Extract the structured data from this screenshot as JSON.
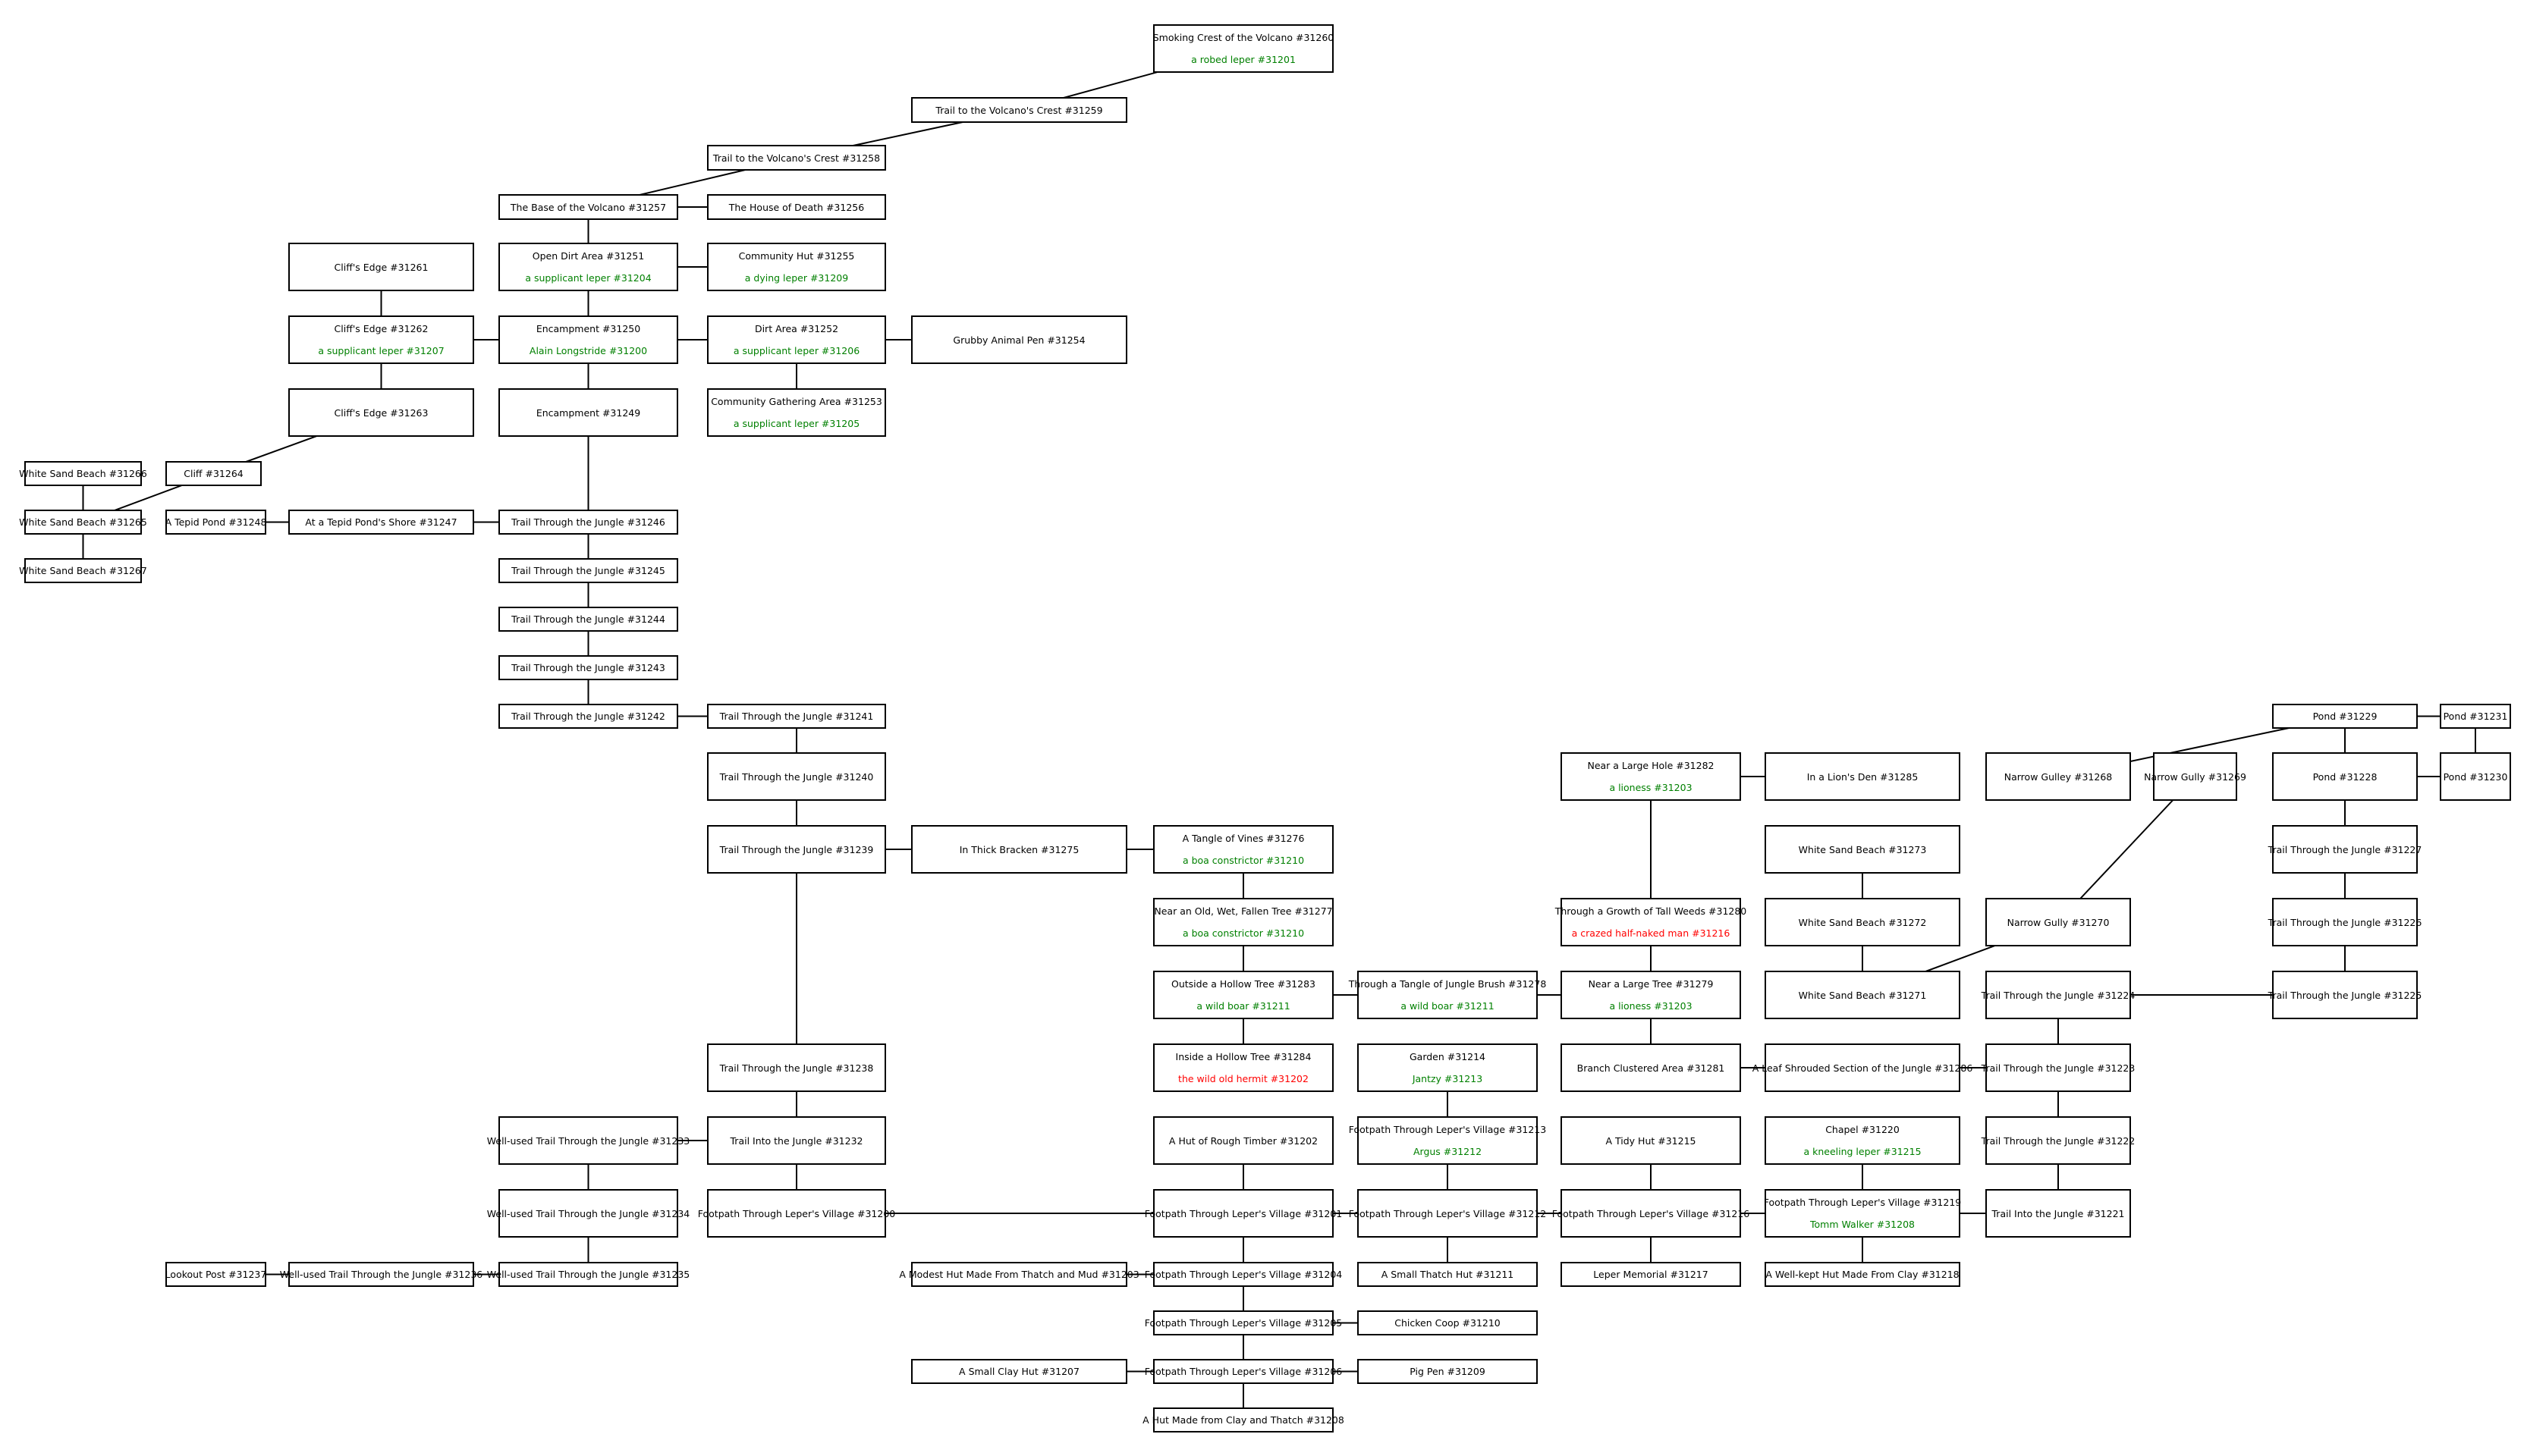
{
  "diagram": {
    "colors": {
      "border": "#000000",
      "text": "#000000",
      "mob": "#008000",
      "aggressive": "#ff0000"
    },
    "rooms": [
      {
        "id": "r31260",
        "title": "Smoking Crest of the Volcano #31260",
        "mobs": [
          {
            "name": "a robed leper #31201",
            "kind": "mob"
          }
        ]
      },
      {
        "id": "r31259",
        "title": "Trail to the Volcano's Crest #31259",
        "mobs": []
      },
      {
        "id": "r31258",
        "title": "Trail to the Volcano's Crest #31258",
        "mobs": []
      },
      {
        "id": "r31257",
        "title": "The Base of the Volcano #31257",
        "mobs": []
      },
      {
        "id": "r31256",
        "title": "The House of Death #31256",
        "mobs": []
      },
      {
        "id": "r31261",
        "title": "Cliff's Edge #31261",
        "mobs": []
      },
      {
        "id": "r31251",
        "title": "Open Dirt Area #31251",
        "mobs": [
          {
            "name": "a supplicant leper #31204",
            "kind": "mob"
          }
        ]
      },
      {
        "id": "r31255",
        "title": "Community Hut #31255",
        "mobs": [
          {
            "name": "a dying leper #31209",
            "kind": "mob"
          }
        ]
      },
      {
        "id": "r31262",
        "title": "Cliff's Edge #31262",
        "mobs": [
          {
            "name": "a supplicant leper #31207",
            "kind": "mob"
          }
        ]
      },
      {
        "id": "r31250",
        "title": "Encampment #31250",
        "mobs": [
          {
            "name": "Alain Longstride #31200",
            "kind": "mob"
          }
        ]
      },
      {
        "id": "r31252",
        "title": "Dirt Area #31252",
        "mobs": [
          {
            "name": "a supplicant leper #31206",
            "kind": "mob"
          }
        ]
      },
      {
        "id": "r31254",
        "title": "Grubby Animal Pen #31254",
        "mobs": []
      },
      {
        "id": "r31263",
        "title": "Cliff's Edge #31263",
        "mobs": []
      },
      {
        "id": "r31249",
        "title": "Encampment #31249",
        "mobs": []
      },
      {
        "id": "r31253",
        "title": "Community Gathering Area #31253",
        "mobs": [
          {
            "name": "a supplicant leper #31205",
            "kind": "mob"
          }
        ]
      },
      {
        "id": "r31266",
        "title": "White Sand Beach #31266",
        "mobs": []
      },
      {
        "id": "r31264",
        "title": "Cliff #31264",
        "mobs": []
      },
      {
        "id": "r31265",
        "title": "White Sand Beach #31265",
        "mobs": []
      },
      {
        "id": "r31248",
        "title": "A Tepid Pond #31248",
        "mobs": []
      },
      {
        "id": "r31247",
        "title": "At a Tepid Pond's Shore #31247",
        "mobs": []
      },
      {
        "id": "r31246",
        "title": "Trail Through the Jungle #31246",
        "mobs": []
      },
      {
        "id": "r31267",
        "title": "White Sand Beach #31267",
        "mobs": []
      },
      {
        "id": "r31245",
        "title": "Trail Through the Jungle #31245",
        "mobs": []
      },
      {
        "id": "r31244",
        "title": "Trail Through the Jungle #31244",
        "mobs": []
      },
      {
        "id": "r31243",
        "title": "Trail Through the Jungle #31243",
        "mobs": []
      },
      {
        "id": "r31242",
        "title": "Trail Through the Jungle #31242",
        "mobs": []
      },
      {
        "id": "r31241",
        "title": "Trail Through the Jungle #31241",
        "mobs": []
      },
      {
        "id": "r31229",
        "title": "Pond #31229",
        "mobs": []
      },
      {
        "id": "r31231",
        "title": "Pond #31231",
        "mobs": []
      },
      {
        "id": "r31282",
        "title": "Near a Large Hole #31282",
        "mobs": [
          {
            "name": "a lioness #31203",
            "kind": "mob"
          }
        ]
      },
      {
        "id": "r31285",
        "title": "In a Lion's Den #31285",
        "mobs": []
      },
      {
        "id": "r31268",
        "title": "Narrow Gulley #31268",
        "mobs": []
      },
      {
        "id": "r31269",
        "title": "Narrow Gully #31269",
        "mobs": []
      },
      {
        "id": "r31228",
        "title": "Pond #31228",
        "mobs": []
      },
      {
        "id": "r31230",
        "title": "Pond #31230",
        "mobs": []
      },
      {
        "id": "r31240",
        "title": "Trail Through the Jungle #31240",
        "mobs": []
      },
      {
        "id": "r31239",
        "title": "Trail Through the Jungle #31239",
        "mobs": []
      },
      {
        "id": "r31275",
        "title": "In Thick Bracken #31275",
        "mobs": []
      },
      {
        "id": "r31276",
        "title": "A Tangle of Vines #31276",
        "mobs": [
          {
            "name": "a boa constrictor #31210",
            "kind": "mob"
          }
        ]
      },
      {
        "id": "r31273",
        "title": "White Sand Beach #31273",
        "mobs": []
      },
      {
        "id": "r31227",
        "title": "Trail Through the Jungle #31227",
        "mobs": []
      },
      {
        "id": "r31277",
        "title": "Near an Old, Wet, Fallen Tree #31277",
        "mobs": [
          {
            "name": "a boa constrictor #31210",
            "kind": "mob"
          }
        ]
      },
      {
        "id": "r31280",
        "title": "Through a Growth of Tall Weeds #31280",
        "mobs": [
          {
            "name": "a crazed half-naked man #31216",
            "kind": "aggressive"
          }
        ]
      },
      {
        "id": "r31272",
        "title": "White Sand Beach #31272",
        "mobs": []
      },
      {
        "id": "r31270",
        "title": "Narrow Gully #31270",
        "mobs": []
      },
      {
        "id": "r31226",
        "title": "Trail Through the Jungle #31226",
        "mobs": []
      },
      {
        "id": "r31283",
        "title": "Outside a Hollow Tree #31283",
        "mobs": [
          {
            "name": "a wild boar #31211",
            "kind": "mob"
          }
        ]
      },
      {
        "id": "r31278",
        "title": "Through a Tangle of Jungle Brush #31278",
        "mobs": [
          {
            "name": "a wild boar #31211",
            "kind": "mob"
          }
        ]
      },
      {
        "id": "r31279",
        "title": "Near a Large Tree #31279",
        "mobs": [
          {
            "name": "a lioness #31203",
            "kind": "mob"
          }
        ]
      },
      {
        "id": "r31271",
        "title": "White Sand Beach #31271",
        "mobs": []
      },
      {
        "id": "r31224",
        "title": "Trail Through the Jungle #31224",
        "mobs": []
      },
      {
        "id": "r31225",
        "title": "Trail Through the Jungle #31225",
        "mobs": []
      },
      {
        "id": "r31238",
        "title": "Trail Through the Jungle #31238",
        "mobs": []
      },
      {
        "id": "r31284",
        "title": "Inside a Hollow Tree #31284",
        "mobs": [
          {
            "name": "the wild old hermit #31202",
            "kind": "aggressive"
          }
        ]
      },
      {
        "id": "r31214",
        "title": "Garden #31214",
        "mobs": [
          {
            "name": "Jantzy #31213",
            "kind": "mob"
          }
        ]
      },
      {
        "id": "r31281",
        "title": "Branch Clustered Area #31281",
        "mobs": []
      },
      {
        "id": "r31286",
        "title": "A Leaf Shrouded Section of the Jungle #31286",
        "mobs": []
      },
      {
        "id": "r31223",
        "title": "Trail Through the Jungle #31223",
        "mobs": []
      },
      {
        "id": "r31233",
        "title": "Well-used Trail Through the Jungle #31233",
        "mobs": []
      },
      {
        "id": "r31232",
        "title": "Trail Into the Jungle #31232",
        "mobs": []
      },
      {
        "id": "r31202",
        "title": "A Hut of Rough Timber #31202",
        "mobs": []
      },
      {
        "id": "r31213",
        "title": "Footpath Through Leper's Village #31213",
        "mobs": [
          {
            "name": "Argus #31212",
            "kind": "mob"
          }
        ]
      },
      {
        "id": "r31215",
        "title": "A Tidy Hut #31215",
        "mobs": []
      },
      {
        "id": "r31220",
        "title": "Chapel #31220",
        "mobs": [
          {
            "name": "a kneeling leper #31215",
            "kind": "mob"
          }
        ]
      },
      {
        "id": "r31222",
        "title": "Trail Through the Jungle #31222",
        "mobs": []
      },
      {
        "id": "r31234",
        "title": "Well-used Trail Through the Jungle #31234",
        "mobs": []
      },
      {
        "id": "r31200",
        "title": "Footpath Through Leper's Village #31200",
        "mobs": []
      },
      {
        "id": "r31201",
        "title": "Footpath Through Leper's Village #31201",
        "mobs": []
      },
      {
        "id": "r31212",
        "title": "Footpath Through Leper's Village #31212",
        "mobs": []
      },
      {
        "id": "r31216",
        "title": "Footpath Through Leper's Village #31216",
        "mobs": []
      },
      {
        "id": "r31219",
        "title": "Footpath Through Leper's Village #31219",
        "mobs": [
          {
            "name": "Tomm Walker #31208",
            "kind": "mob"
          }
        ]
      },
      {
        "id": "r31221",
        "title": "Trail Into the Jungle #31221",
        "mobs": []
      },
      {
        "id": "r31237",
        "title": "Lookout Post #31237",
        "mobs": []
      },
      {
        "id": "r31236",
        "title": "Well-used Trail Through the Jungle #31236",
        "mobs": []
      },
      {
        "id": "r31235",
        "title": "Well-used Trail Through the Jungle #31235",
        "mobs": []
      },
      {
        "id": "r31203",
        "title": "A Modest Hut Made From Thatch and Mud #31203",
        "mobs": []
      },
      {
        "id": "r31204",
        "title": "Footpath Through Leper's Village #31204",
        "mobs": []
      },
      {
        "id": "r31211",
        "title": "A Small Thatch Hut #31211",
        "mobs": []
      },
      {
        "id": "r31217",
        "title": "Leper Memorial #31217",
        "mobs": []
      },
      {
        "id": "r31218",
        "title": "A Well-kept Hut Made From Clay #31218",
        "mobs": []
      },
      {
        "id": "r31205",
        "title": "Footpath Through Leper's Village #31205",
        "mobs": []
      },
      {
        "id": "r31210",
        "title": "Chicken Coop #31210",
        "mobs": []
      },
      {
        "id": "r31207",
        "title": "A Small Clay Hut #31207",
        "mobs": []
      },
      {
        "id": "r31206",
        "title": "Footpath Through Leper's Village #31206",
        "mobs": []
      },
      {
        "id": "r31209",
        "title": "Pig Pen #31209",
        "mobs": []
      },
      {
        "id": "r31208",
        "title": "A Hut Made from Clay and Thatch #31208",
        "mobs": []
      }
    ],
    "links": [
      [
        "r31260",
        "r31259"
      ],
      [
        "r31259",
        "r31258"
      ],
      [
        "r31258",
        "r31257"
      ],
      [
        "r31257",
        "r31256"
      ],
      [
        "r31257",
        "r31251"
      ],
      [
        "r31251",
        "r31255"
      ],
      [
        "r31251",
        "r31250"
      ],
      [
        "r31261",
        "r31262"
      ],
      [
        "r31262",
        "r31250"
      ],
      [
        "r31262",
        "r31263"
      ],
      [
        "r31250",
        "r31252"
      ],
      [
        "r31250",
        "r31249"
      ],
      [
        "r31252",
        "r31254"
      ],
      [
        "r31252",
        "r31253"
      ],
      [
        "r31263",
        "r31264"
      ],
      [
        "r31264",
        "r31265"
      ],
      [
        "r31266",
        "r31265"
      ],
      [
        "r31265",
        "r31267"
      ],
      [
        "r31249",
        "r31246"
      ],
      [
        "r31248",
        "r31247"
      ],
      [
        "r31247",
        "r31246"
      ],
      [
        "r31246",
        "r31245"
      ],
      [
        "r31245",
        "r31244"
      ],
      [
        "r31244",
        "r31243"
      ],
      [
        "r31243",
        "r31242"
      ],
      [
        "r31242",
        "r31241"
      ],
      [
        "r31241",
        "r31240"
      ],
      [
        "r31240",
        "r31239"
      ],
      [
        "r31239",
        "r31275"
      ],
      [
        "r31275",
        "r31276"
      ],
      [
        "r31239",
        "r31238"
      ],
      [
        "r31276",
        "r31277"
      ],
      [
        "r31277",
        "r31283"
      ],
      [
        "r31283",
        "r31278"
      ],
      [
        "r31283",
        "r31284"
      ],
      [
        "r31278",
        "r31279"
      ],
      [
        "r31282",
        "r31285"
      ],
      [
        "r31282",
        "r31280"
      ],
      [
        "r31280",
        "r31279"
      ],
      [
        "r31279",
        "r31281"
      ],
      [
        "r31281",
        "r31286"
      ],
      [
        "r31286",
        "r31223"
      ],
      [
        "r31273",
        "r31272"
      ],
      [
        "r31272",
        "r31271"
      ],
      [
        "r31271",
        "r31270"
      ],
      [
        "r31270",
        "r31269"
      ],
      [
        "r31268",
        "r31229"
      ],
      [
        "r31229",
        "r31231"
      ],
      [
        "r31229",
        "r31228"
      ],
      [
        "r31228",
        "r31230"
      ],
      [
        "r31231",
        "r31230"
      ],
      [
        "r31228",
        "r31227"
      ],
      [
        "r31227",
        "r31226"
      ],
      [
        "r31226",
        "r31225"
      ],
      [
        "r31225",
        "r31224"
      ],
      [
        "r31224",
        "r31223"
      ],
      [
        "r31223",
        "r31222"
      ],
      [
        "r31222",
        "r31221"
      ],
      [
        "r31214",
        "r31213"
      ],
      [
        "r31213",
        "r31212"
      ],
      [
        "r31238",
        "r31232"
      ],
      [
        "r31233",
        "r31232"
      ],
      [
        "r31233",
        "r31234"
      ],
      [
        "r31232",
        "r31200"
      ],
      [
        "r31234",
        "r31235"
      ],
      [
        "r31237",
        "r31236"
      ],
      [
        "r31236",
        "r31235"
      ],
      [
        "r31200",
        "r31201"
      ],
      [
        "r31202",
        "r31201"
      ],
      [
        "r31201",
        "r31212"
      ],
      [
        "r31212",
        "r31216"
      ],
      [
        "r31215",
        "r31216"
      ],
      [
        "r31216",
        "r31219"
      ],
      [
        "r31220",
        "r31219"
      ],
      [
        "r31219",
        "r31221"
      ],
      [
        "r31201",
        "r31204"
      ],
      [
        "r31212",
        "r31211"
      ],
      [
        "r31216",
        "r31217"
      ],
      [
        "r31219",
        "r31218"
      ],
      [
        "r31203",
        "r31204"
      ],
      [
        "r31204",
        "r31205"
      ],
      [
        "r31205",
        "r31210"
      ],
      [
        "r31205",
        "r31206"
      ],
      [
        "r31207",
        "r31206"
      ],
      [
        "r31206",
        "r31209"
      ],
      [
        "r31206",
        "r31208"
      ]
    ]
  }
}
